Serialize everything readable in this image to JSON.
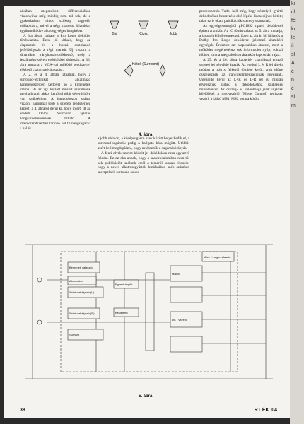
{
  "col1": [
    "nikában megszokott differenciálhoz viszonyítva még mindig nem túl sok, de a gyakorlatban nincs szükség nagyobb csillapításra, mivel a négy csatorna állandóan együttműködve alkot egységes hangképet.",
    "A 3.a ábrán látható a Pro Logic dekóder tömbvázlata. Ezen jól látható, hogy az alapmátrix és a hozzá csatolandó jelfeldolgozás a régi maradt. Új viszont a dinamikus irányítottás-csökkentő, mely a feszültségvezérelt erősítőkkel dolgozik. A 3.b ábra mutatja a VCA-val működő rendszerrel elérhető csatornaelválasztást.",
    "A 2. és a 4. ábrán láthatjuk, hogy a surround-technikát alkalmazó hangrendszerben kettővel nő a kimenetek száma. Hs az így kiszolt műsort szeretnénk meghallgatni, akkor kettővel több végerősítőre van szükségünk. A hangdobozok száma viszont háromnal több a sztereó rendszerhez képest; a 4. ábráról derül ki, hogy miért. Itt az eredeti Dolby Surround ajánlás hangsúróelrendezése látható. A sztereorendszerhez tartozó két fő hangsugárzó a bal és"
  ],
  "col2": [
    "a jobb oldalon, a középsugárzó ezek között helyezkedik el, a surround-sugárzók pedig a hallgató háta mögött. Utóbbit azért kell megduplázni, hogy ne érezzük a sugárzás irányát.",
    "A fenti elvek szerint kódolt jel dekódolása nem egyszerű feladat. Ez az oka annak, hogy a szakirodalomban nem túl sok publikációt találunk erről a témáról, annak ellenére, hogy a neves alkatrészgyártók kínálatában szép számban szerepelnek surround sound"
  ],
  "col3": [
    "processzorok. Tudni kell még, hogy némelyik gyártó dekóderéhez beszerzése első lépése licencdíjhoz kötött; talán ez is oka a publikációk szerény számának.",
    "Az egységcsomagból µPC1892 típusú dekóderrel épített áramkör. Az IC tömbvázlatát az 5. ábra mutatja, a javasolt külső elemekkel. Ezen az ábrán jól láthatók a Dolby Pro Logic dekóderre jellemző áramköri egységek. Érdemes ezt alaposabban átnézni, mert a működés megértéséhez sok információt nyújt, sokkal többet, mint a megvalósított áramkör kapcsolási rajza.",
    "A 25. és a 26. lábra kapacitív csatolással érkező sztereó jel négyfelé ágazik. Az eredeti L és R jel direkt módon a mátrix felkerül tömbbe kerül, amit előtte összegeznek az irányítkompenzációnak nevezünk. Ugyanide kerül az L+R és L-R jel is, miután elvégeztük rajtuk a dekódoláshoz szükséges műveleteket. Az összeg- és különbségi jelek útjának kijelölését a módvezérlő (Mode Control) regiszter vezérli a külső MS1, MS2 pontra kötött"
  ],
  "fig4": {
    "labels": [
      "Bal",
      "Közép",
      "Jobb"
    ],
    "rear_label": "Hátsó\n(Surround)",
    "caption": "4. ábra"
  },
  "fig5": {
    "caption": "5. ábra",
    "blocks": [
      "Bemeneti választó",
      "Alapmátrix",
      "Szintszabályozó (L)",
      "Szintszabályozó (R)",
      "Súlyozó",
      "Egyenirányító",
      "Késleltető",
      "Mátrix",
      "DC - vezérlő",
      "Mód- / mega-választó"
    ]
  },
  "footer": {
    "left": "38",
    "right": "RT ÉK '04"
  },
  "edge": [
    "ki",
    "cl",
    "fé",
    "kr",
    "le",
    "ír",
    "sl",
    "A",
    "é",
    "n",
    "é",
    "sl",
    "m"
  ]
}
